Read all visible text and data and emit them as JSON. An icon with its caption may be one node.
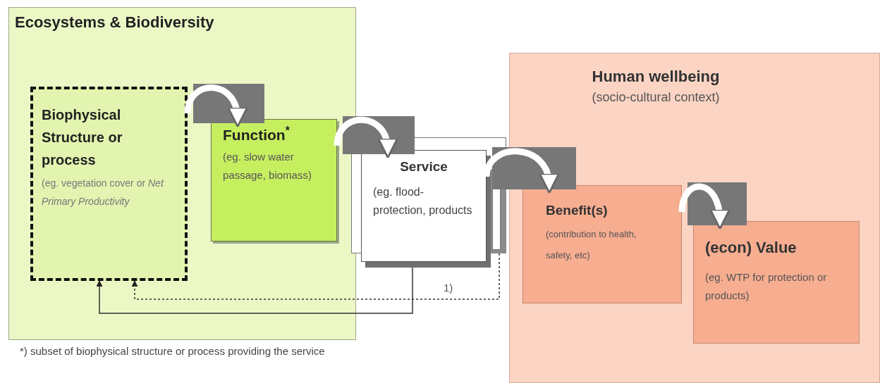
{
  "diagram": {
    "nodes": [
      {
        "text": [
          "Ecosystems & Biodiversity"
        ]
      },
      {
        "text": [
          "Biophysical Structure or process",
          "(eg. vegetation cover or *Net Primary Productivity*"
        ],
        "in": 0
      },
      {
        "text": [
          "Function$^{*}$",
          "(eg. slow water passage, biomass)"
        ],
        "in": 0
      },
      {
        "text": [
          "Service",
          "(eg. flood-protection, products"
        ]
      },
      {
        "text": [
          "Human wellbeing",
          "(socio-cultural context)"
        ]
      },
      {
        "text": [
          "Benefit(s)",
          "(contribution to health, safety, etc)"
        ],
        "in": 4
      },
      {
        "text": [
          "(econ) Value",
          "(eg. WTP for protection or products)"
        ],
        "in": 4
      }
    ],
    "edges": [
      {
        "from": 1,
        "to": 2,
        "arrow": "to"
      },
      {
        "from": 2,
        "to": 3,
        "arrow": "to"
      },
      {
        "from": 3,
        "to": 5,
        "arrow": "to"
      },
      {
        "from": 5,
        "to": 6,
        "arrow": "to"
      },
      {
        "from": 3,
        "to": 1,
        "arrow": "to",
        "color": "#333333"
      },
      {
        "from": 3,
        "to": 1,
        "arrow": "to",
        "style": "dashed",
        "color": "#333333",
        "label": "1)"
      }
    ],
    "labels": [
      "*) subset of biophysical structure or process providing the service"
    ]
  }
}
